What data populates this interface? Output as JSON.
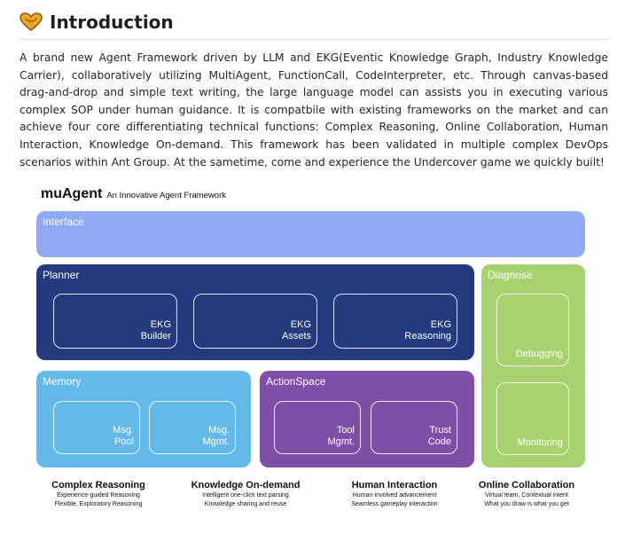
{
  "section": {
    "title": "Introduction",
    "icon": "heart-icon",
    "paragraph": "A brand new Agent Framework driven by LLM and EKG(Eventic Knowledge Graph, Industry Knowledge Carrier), collaboratively utilizing MultiAgent, FunctionCall, CodeInterpreter, etc. Through canvas-based drag-and-drop and simple text writing, the large language model can assists you in executing various complex SOP under human guidance. It is compatbile with existing frameworks on the market and can achieve four core differentiating technical functions: Complex Reasoning, Online Collaboration, Human Interaction, Knowledge On-demand. This framework has been validated in multiple complex DevOps scenarios within Ant Group. At the sametime, come and experience the Undercover game we quickly built!"
  },
  "diagram": {
    "brand": "muAgent",
    "tagline": "An Innovative Agent Framework",
    "interface": {
      "title": "Interface"
    },
    "planner": {
      "title": "Planner",
      "boxes": [
        "EKG\nBuilder",
        "EKG\nAssets",
        "EKG\nReasoning"
      ]
    },
    "diagnose": {
      "title": "Diagnose",
      "boxes": [
        "Debugging",
        "Monitoring"
      ]
    },
    "memory": {
      "title": "Memory",
      "boxes": [
        "Msg.\nPool",
        "Msg.\nMgmt."
      ]
    },
    "actionspace": {
      "title": "ActionSpace",
      "boxes": [
        "Tool\nMgmt.",
        "Trust\nCode"
      ]
    },
    "capabilities": [
      {
        "title": "Complex Reasoning",
        "lines": [
          "Experience-guided Reasoning",
          "Flexible, Exploratory Reasoning"
        ]
      },
      {
        "title": "Knowledge On-demand",
        "lines": [
          "Intelligent one-click text parsing",
          "Knowledge sharing and reuse"
        ]
      },
      {
        "title": "Human Interaction",
        "lines": [
          "Human-involved advancement",
          "Seamless gameplay interaction"
        ]
      },
      {
        "title": "Online Collaboration",
        "lines": [
          "Virtual team, Contextual intent",
          "What you draw is what you get"
        ]
      }
    ],
    "colors": {
      "interface": "#90A9F5",
      "planner": "#233A7E",
      "diagnose": "#A8D26F",
      "memory": "#63B9EA",
      "actionspace": "#7F4EA6",
      "heading_icon": "#F2A81D"
    }
  }
}
